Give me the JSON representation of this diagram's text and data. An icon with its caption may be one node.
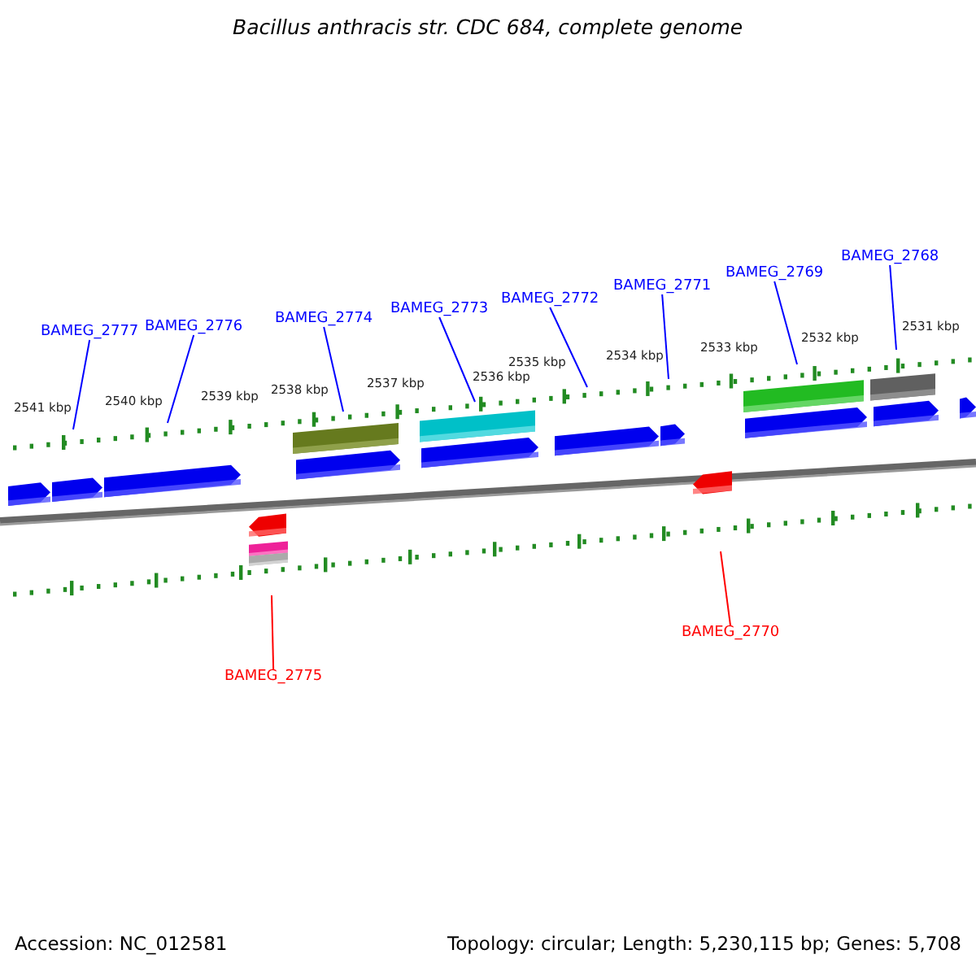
{
  "diagram": {
    "title": "Bacillus anthracis str. CDC 684, complete genome",
    "nodes": [
      {
        "text": [
          "BAMEG_2777"
        ]
      },
      {
        "text": [
          "BAMEG_2776"
        ]
      },
      {
        "text": [
          "BAMEG_2774"
        ]
      },
      {
        "text": [
          "BAMEG_2773"
        ]
      },
      {
        "text": [
          "BAMEG_2772"
        ]
      },
      {
        "text": [
          "BAMEG_2771"
        ]
      },
      {
        "text": [
          "BAMEG_2769"
        ]
      },
      {
        "text": [
          "BAMEG_2768"
        ]
      },
      {
        "text": [
          "BAMEG_2775"
        ]
      },
      {
        "text": [
          "BAMEG_2770"
        ]
      }
    ],
    "edges": [
      {
        "from": 0,
        "to": null,
        "arrow": "none"
      },
      {
        "from": 1,
        "to": null,
        "arrow": "none"
      },
      {
        "from": 2,
        "to": null,
        "arrow": "none"
      },
      {
        "from": 3,
        "to": null,
        "arrow": "none"
      },
      {
        "from": 4,
        "to": null,
        "arrow": "none"
      },
      {
        "from": 5,
        "to": null,
        "arrow": "none"
      },
      {
        "from": 6,
        "to": null,
        "arrow": "none"
      },
      {
        "from": 7,
        "to": null,
        "arrow": "none"
      },
      {
        "from": 8,
        "to": null,
        "arrow": "none",
        "color": "#ff0000"
      },
      {
        "from": 9,
        "to": null,
        "arrow": "none",
        "color": "#ff0000"
      }
    ],
    "labels": [
      "2541 kbp",
      "2540 kbp",
      "2539 kbp",
      "2538 kbp",
      "2537 kbp",
      "2536 kbp",
      "2535 kbp",
      "2534 kbp",
      "2533 kbp",
      "2532 kbp",
      "2531 kbp",
      "Accession: NC_012581",
      "Topology: circular; Length: 5,230,115 bp; Genes: 5,708"
    ]
  }
}
